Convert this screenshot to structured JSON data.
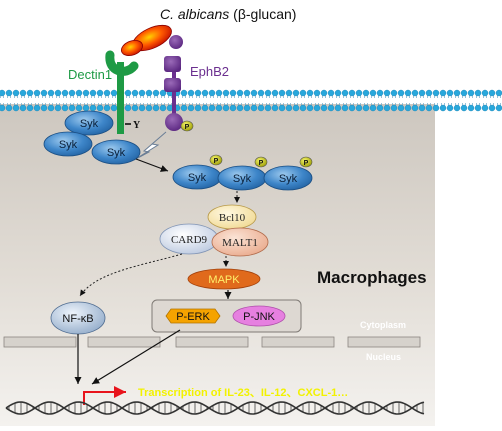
{
  "title": {
    "italic": "C. albicans",
    "rest": " (β-glucan)"
  },
  "receptors": {
    "dectin": "Dectin1",
    "ephb2": "EphB2"
  },
  "proteins": {
    "syk": "Syk",
    "bcl10": "Bcl10",
    "card9": "CARD9",
    "malt1": "MALT1",
    "mapk": "MAPK",
    "nfkb": "NF-κB",
    "perk": "P-ERK",
    "pjnk": "P-JNK"
  },
  "badges": {
    "phospho": "P",
    "y": "Y"
  },
  "labels": {
    "macrophages": "Macrophages",
    "cytoplasm": "Cytoplasm",
    "nucleus": "Nucleus",
    "transcription": "Transcription of IL-23、IL-12、CXCL-1…"
  },
  "colors": {
    "dectin_green": "#1e9a45",
    "ephb2_purple": "#6b2f8f",
    "syk_blue": "#3c83c8",
    "phospho_yellow": "#c8c818",
    "mapk_orange": "#e06a1c",
    "perk_orange": "#f5a300",
    "pjnk_pink": "#e680e0",
    "transcription_yellow": "#f2f200",
    "promoter_red": "#e8141c",
    "membrane_blue": "#28a8dc"
  }
}
